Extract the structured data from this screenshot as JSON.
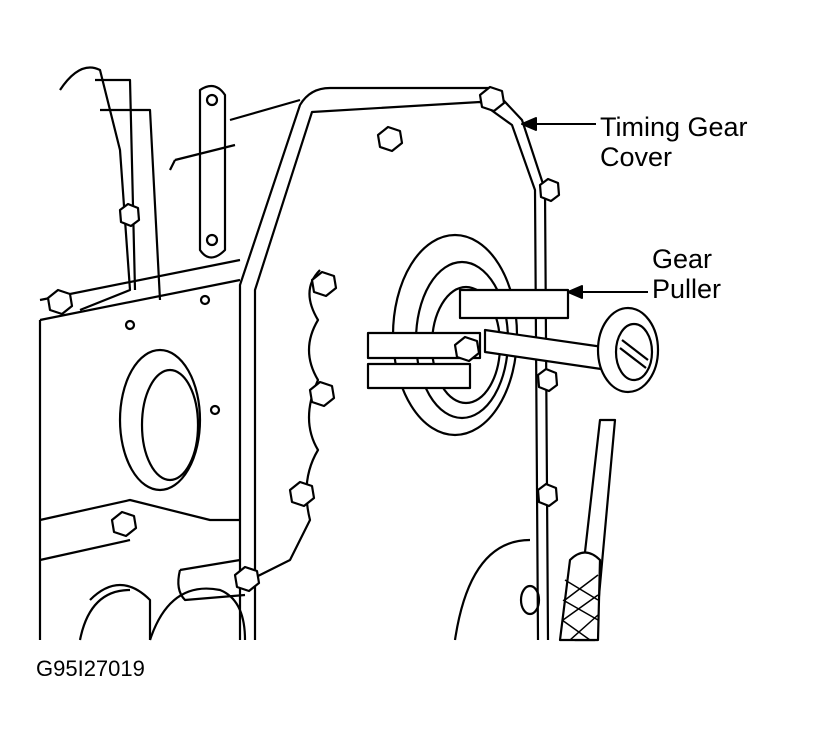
{
  "callouts": {
    "timing_gear_cover": [
      "Timing Gear",
      "Cover"
    ],
    "gear_puller": [
      "Gear",
      "Puller"
    ]
  },
  "figure_code": "G95I27019"
}
